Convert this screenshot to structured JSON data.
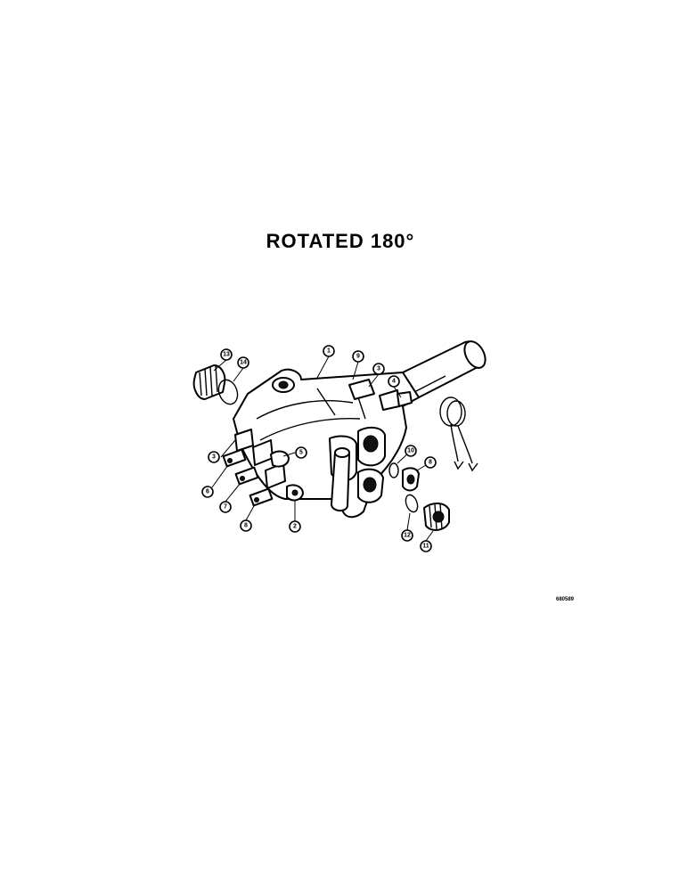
{
  "title": "ROTATED 180°",
  "figure_id": "680589",
  "callouts": [
    {
      "id": "c1",
      "label": "1"
    },
    {
      "id": "c9",
      "label": "9"
    },
    {
      "id": "c3a",
      "label": "3"
    },
    {
      "id": "c4",
      "label": "4"
    },
    {
      "id": "c13",
      "label": "13"
    },
    {
      "id": "c14",
      "label": "14"
    },
    {
      "id": "c3b",
      "label": "3"
    },
    {
      "id": "c5",
      "label": "5"
    },
    {
      "id": "c6",
      "label": "6"
    },
    {
      "id": "c7",
      "label": "7"
    },
    {
      "id": "c8a",
      "label": "8"
    },
    {
      "id": "c2",
      "label": "2"
    },
    {
      "id": "c10",
      "label": "10"
    },
    {
      "id": "c8b",
      "label": "8"
    },
    {
      "id": "c12",
      "label": "12"
    },
    {
      "id": "c11",
      "label": "11"
    }
  ]
}
